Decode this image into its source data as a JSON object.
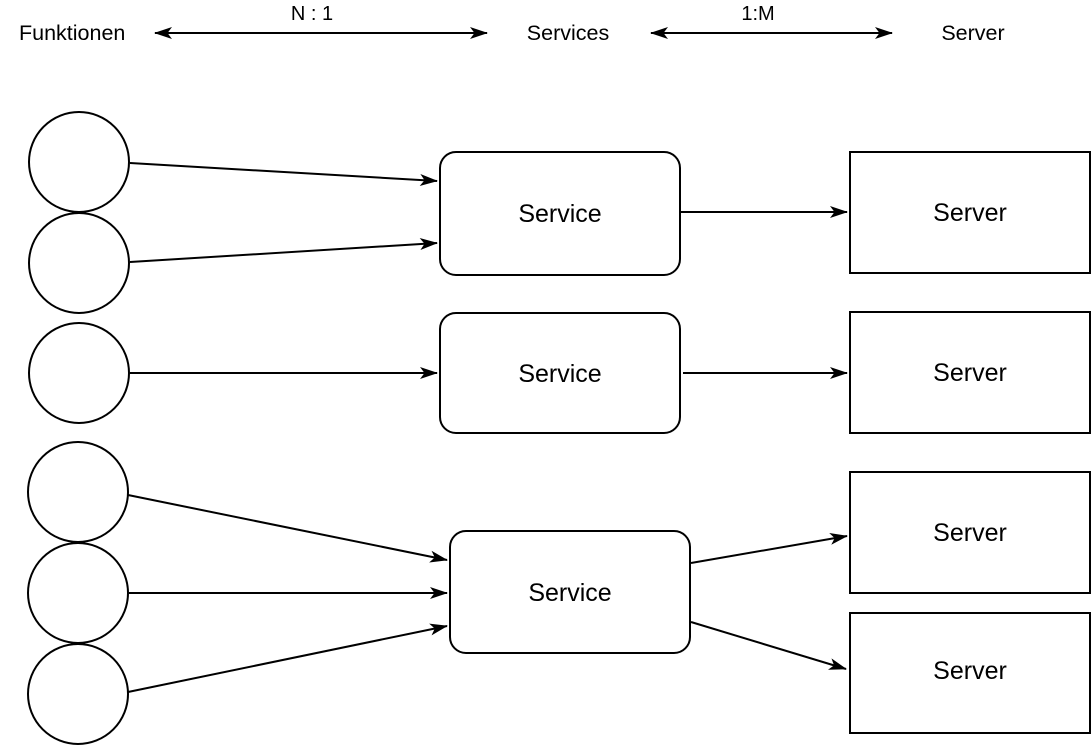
{
  "diagram": {
    "background": "#ffffff",
    "stroke_color": "#000000",
    "text_color": "#000000",
    "shape_fill": "#ffffff",
    "header": {
      "columns": [
        {
          "label": "Funktionen"
        },
        {
          "label": "Services"
        },
        {
          "label": "Server"
        }
      ],
      "relations": [
        {
          "label": "N : 1",
          "between": [
            "Funktionen",
            "Services"
          ],
          "arrow": "double"
        },
        {
          "label": "1:M",
          "between": [
            "Services",
            "Server"
          ],
          "arrow": "double"
        }
      ]
    },
    "groups": [
      {
        "function_count": 2,
        "service": {
          "label": "Service"
        },
        "servers": [
          {
            "label": "Server"
          }
        ]
      },
      {
        "function_count": 1,
        "service": {
          "label": "Service"
        },
        "servers": [
          {
            "label": "Server"
          }
        ]
      },
      {
        "function_count": 3,
        "service": {
          "label": "Service"
        },
        "servers": [
          {
            "label": "Server"
          },
          {
            "label": "Server"
          }
        ]
      }
    ]
  }
}
